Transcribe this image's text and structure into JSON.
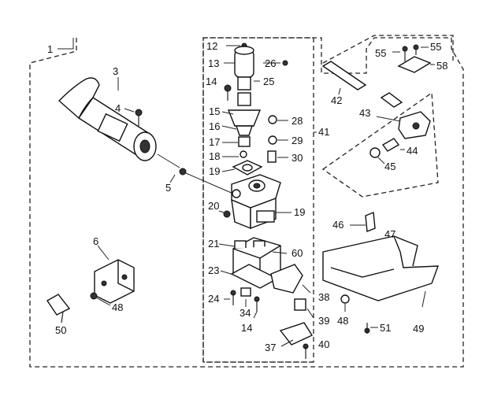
{
  "diagram": {
    "part_labels": [
      {
        "id": "1",
        "text": "1"
      },
      {
        "id": "3",
        "text": "3"
      },
      {
        "id": "4",
        "text": "4"
      },
      {
        "id": "5",
        "text": "5"
      },
      {
        "id": "6",
        "text": "6"
      },
      {
        "id": "12",
        "text": "12"
      },
      {
        "id": "13",
        "text": "13"
      },
      {
        "id": "14a",
        "text": "14"
      },
      {
        "id": "15",
        "text": "15"
      },
      {
        "id": "16",
        "text": "16"
      },
      {
        "id": "17",
        "text": "17"
      },
      {
        "id": "18",
        "text": "18"
      },
      {
        "id": "19a",
        "text": "19"
      },
      {
        "id": "19b",
        "text": "19"
      },
      {
        "id": "20",
        "text": "20"
      },
      {
        "id": "21",
        "text": "21"
      },
      {
        "id": "23",
        "text": "23"
      },
      {
        "id": "24",
        "text": "24"
      },
      {
        "id": "25",
        "text": "25"
      },
      {
        "id": "26",
        "text": "26"
      },
      {
        "id": "28",
        "text": "28"
      },
      {
        "id": "29",
        "text": "29"
      },
      {
        "id": "30",
        "text": "30"
      },
      {
        "id": "34",
        "text": "34"
      },
      {
        "id": "14b",
        "text": "14"
      },
      {
        "id": "37",
        "text": "37"
      },
      {
        "id": "38",
        "text": "38"
      },
      {
        "id": "39",
        "text": "39"
      },
      {
        "id": "40",
        "text": "40"
      },
      {
        "id": "41",
        "text": "41"
      },
      {
        "id": "42",
        "text": "42"
      },
      {
        "id": "43",
        "text": "43"
      },
      {
        "id": "44",
        "text": "44"
      },
      {
        "id": "45",
        "text": "45"
      },
      {
        "id": "46",
        "text": "46"
      },
      {
        "id": "47",
        "text": "47"
      },
      {
        "id": "48a",
        "text": "48"
      },
      {
        "id": "48b",
        "text": "48"
      },
      {
        "id": "49",
        "text": "49"
      },
      {
        "id": "50",
        "text": "50"
      },
      {
        "id": "51",
        "text": "51"
      },
      {
        "id": "55a",
        "text": "55"
      },
      {
        "id": "55b",
        "text": "55"
      },
      {
        "id": "58",
        "text": "58"
      },
      {
        "id": "60",
        "text": "60"
      }
    ]
  }
}
